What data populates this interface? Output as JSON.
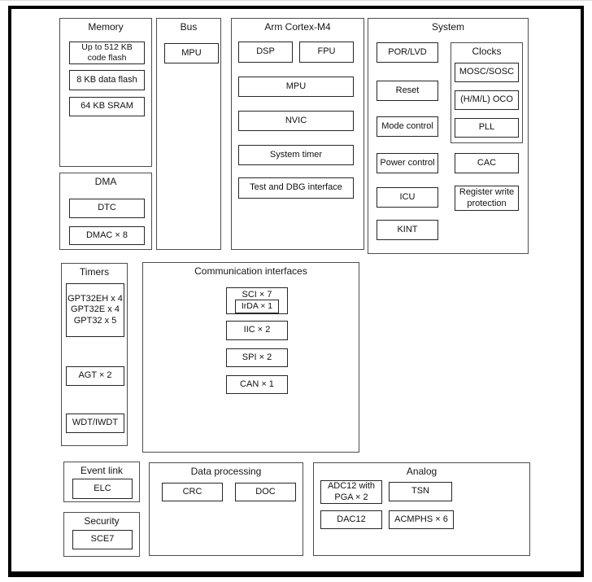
{
  "diagram": {
    "memory": {
      "title": "Memory",
      "items": [
        {
          "label": "Up to 512 KB code flash"
        },
        {
          "label": "8 KB data flash"
        },
        {
          "label": "64 KB SRAM"
        }
      ]
    },
    "dma": {
      "title": "DMA",
      "items": [
        {
          "label": "DTC"
        },
        {
          "label": "DMAC × 8"
        }
      ]
    },
    "bus": {
      "title": "Bus",
      "items": [
        {
          "label": "MPU"
        }
      ]
    },
    "cortex": {
      "title": "Arm Cortex-M4",
      "pair": [
        {
          "label": "DSP"
        },
        {
          "label": "FPU"
        }
      ],
      "items": [
        {
          "label": "MPU"
        },
        {
          "label": "NVIC"
        },
        {
          "label": "System timer"
        },
        {
          "label": "Test and DBG interface"
        }
      ]
    },
    "system": {
      "title": "System",
      "left_items": [
        {
          "label": "POR/LVD"
        },
        {
          "label": "Reset"
        },
        {
          "label": "Mode control"
        },
        {
          "label": "Power control"
        },
        {
          "label": "ICU"
        },
        {
          "label": "KINT"
        }
      ],
      "clocks": {
        "title": "Clocks",
        "items": [
          {
            "label": "MOSC/SOSC"
          },
          {
            "label": "(H/M/L) OCO"
          },
          {
            "label": "PLL"
          }
        ]
      },
      "right_items": [
        {
          "label": "CAC"
        },
        {
          "label": "Register write protection"
        }
      ]
    },
    "timers": {
      "title": "Timers",
      "gpt_lines": [
        "GPT32EH x 4",
        "GPT32E x 4",
        "GPT32 x 5"
      ],
      "items": [
        {
          "label": "AGT × 2"
        },
        {
          "label": "WDT/IWDT"
        }
      ]
    },
    "comm": {
      "title": "Communication interfaces",
      "sci_label": "SCI × 7",
      "irda_label": "IrDA × 1",
      "items": [
        {
          "label": "IIC × 2"
        },
        {
          "label": "SPI × 2"
        },
        {
          "label": "CAN × 1"
        }
      ]
    },
    "event_link": {
      "title": "Event link",
      "items": [
        {
          "label": "ELC"
        }
      ]
    },
    "security": {
      "title": "Security",
      "items": [
        {
          "label": "SCE7"
        }
      ]
    },
    "data_processing": {
      "title": "Data processing",
      "items": [
        {
          "label": "CRC"
        },
        {
          "label": "DOC"
        }
      ]
    },
    "analog": {
      "title": "Analog",
      "items": [
        {
          "label": "ADC12 with PGA × 2"
        },
        {
          "label": "TSN"
        },
        {
          "label": "DAC12"
        },
        {
          "label": "ACMPHS × 6"
        }
      ]
    }
  },
  "colors": {
    "background": "#ffffff",
    "frame_border": "#000000",
    "group_border": "#4d4d4d",
    "box_border": "#262626",
    "text": "#1a1a1a"
  }
}
